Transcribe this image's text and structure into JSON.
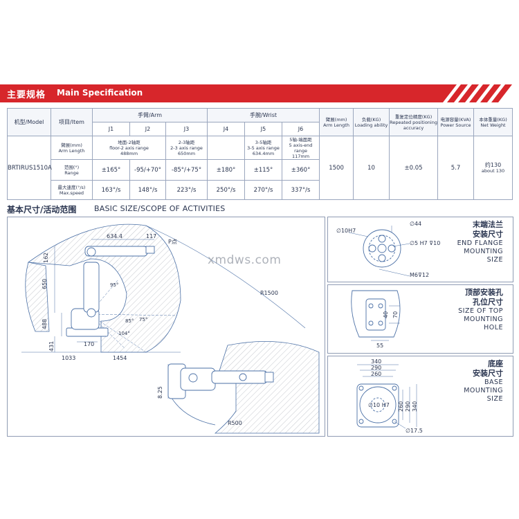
{
  "header": {
    "title_cn": "主要规格",
    "title_en": "Main Specification",
    "colors": {
      "accent": "#d7262b",
      "ink": "#2a3550",
      "line": "#4a6fa5"
    }
  },
  "table": {
    "model_label": "机型/Model",
    "item_label": "项目/Item",
    "arm_group": "手臂/Arm",
    "wrist_group": "手腕/Wrist",
    "joints": [
      "J1",
      "J2",
      "J3",
      "J4",
      "J5",
      "J6"
    ],
    "arm_length": {
      "cn": "臂展(mm)",
      "en": "Arm Length"
    },
    "load": {
      "cn": "负载(KG)",
      "en": "Loading ability"
    },
    "repeat": {
      "cn": "重复定位精度(KG)",
      "en": "Repeated positioning accuracy"
    },
    "power": {
      "cn": "电源容量(KVA)",
      "en": "Power Source"
    },
    "weight": {
      "cn": "本体重量(KG)",
      "en": "Net Weight"
    },
    "model": "BRTIRUS1510A",
    "row_arm": {
      "cn": "臂展(mm)",
      "en": "Arm Length"
    },
    "row_range": {
      "cn": "范围(°)",
      "en": "Range"
    },
    "row_speed": {
      "cn": "最大速度(°/s)",
      "en": "Max.speed"
    },
    "arm_cells": [
      {
        "cn": "地面-2轴距",
        "en": "floor-2 axis range",
        "val": "488mm"
      },
      {
        "cn": "2-3轴距",
        "en": "2-3 axis range",
        "val": "650mm"
      },
      {
        "cn": "3-5轴距",
        "en": "3-5 axis range",
        "val": "634.4mm"
      },
      {
        "cn": "5轴-端面距",
        "en": "5 axis-end range",
        "val": "117mm"
      }
    ],
    "ranges": [
      "±165°",
      "-95/+70°",
      "-85°/+75°",
      "±180°",
      "±115°",
      "±360°"
    ],
    "speeds": [
      "163°/s",
      "148°/s",
      "223°/s",
      "250°/s",
      "270°/s",
      "337°/s"
    ],
    "arm_length_value": "1500",
    "load_value": "10",
    "repeat_value": "±0.05",
    "power_value": "5.7",
    "weight_value_cn": "约130",
    "weight_value_en": "about 130"
  },
  "section2": {
    "title_cn": "基本尺寸/活动范围",
    "title_en": "BASIC SIZE/SCOPE OF ACTIVITIES"
  },
  "main_drawing": {
    "dims": [
      "634.4",
      "117",
      "P点",
      "162",
      "650",
      "488",
      "431",
      "170",
      "1033",
      "1454",
      "R1500",
      "8.25",
      "R500",
      "95°",
      "85°",
      "75°",
      "104°"
    ]
  },
  "end_flange": {
    "cn1": "末端法兰",
    "cn2": "安装尺寸",
    "en1": "END FLANGE",
    "en2": "MOUNTING",
    "en3": "SIZE",
    "dims": [
      "∅10H7",
      "∅44",
      "∅5 H7 ⊽10",
      "M6⊽12"
    ]
  },
  "top_hole": {
    "cn1": "顶部安装孔",
    "cn2": "孔位尺寸",
    "en1": "SIZE OF TOP",
    "en2": "MOUNTING",
    "en3": "HOLE",
    "dims": [
      "40",
      "70",
      "55"
    ]
  },
  "base": {
    "cn1": "底座",
    "cn2": "安装尺寸",
    "en1": "BASE",
    "en2": "MOUNTING",
    "en3": "SIZE",
    "dims": [
      "340",
      "290",
      "260",
      "∅10 H7",
      "260",
      "290",
      "340",
      "∅17.5"
    ]
  },
  "watermark": "xmdws.com"
}
